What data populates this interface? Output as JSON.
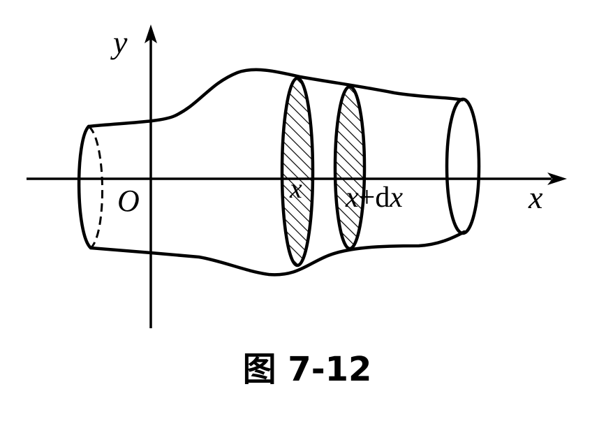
{
  "diagram": {
    "axis_x_label": "x",
    "axis_y_label": "y",
    "origin_label": "O",
    "slice_left_label": "x",
    "slice_right_label_var": "x",
    "slice_right_label_rest": "+d",
    "slice_right_label_var2": "x",
    "caption": "图 7-12",
    "stroke_color": "#000000",
    "background_color": "#ffffff"
  }
}
